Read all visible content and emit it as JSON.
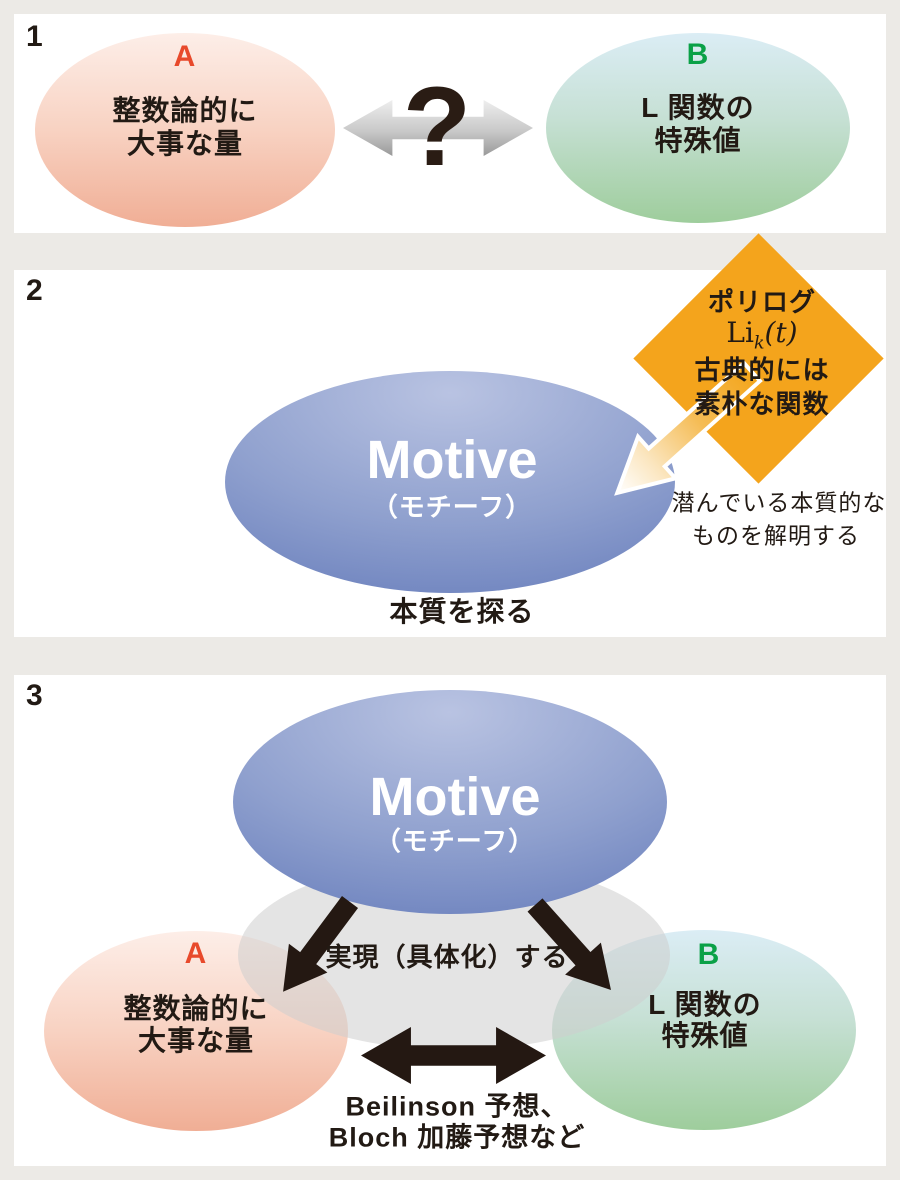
{
  "colors": {
    "background": "#ECEAE6",
    "panel": "#FFFFFF",
    "label_a": "#E8492B",
    "label_b": "#0AA147",
    "ellipse_a_top": "#FDEEE8",
    "ellipse_a_bottom": "#F0AE95",
    "ellipse_b_top": "#DBEDF5",
    "ellipse_b_bottom": "#9ECD9C",
    "motive_top": "#B9C3E2",
    "motive_bottom": "#5E75B7",
    "diamond": "#F4A41C",
    "black_arrow": "#241812",
    "gray_arrow_top": "#EEEEEE",
    "gray_arrow_bottom": "#999999",
    "text": "#221A14"
  },
  "panel1": {
    "number": "1",
    "question_mark": "?",
    "ellipse_a": {
      "label": "A",
      "lines": [
        "整数論的に",
        "大事な量"
      ]
    },
    "ellipse_b": {
      "label": "B",
      "lines": [
        "L 関数の",
        "特殊値"
      ]
    }
  },
  "panel2": {
    "number": "2",
    "motive": {
      "title": "Motive",
      "subtitle": "（モチーフ）"
    },
    "caption": "本質を探る",
    "diamond": {
      "line1": "ポリログ",
      "math": {
        "prefix": "Li",
        "sub": "k",
        "suffix": "(t)"
      },
      "line2": "古典的には",
      "line3": "素朴な関数"
    },
    "note": {
      "lines": [
        "潜んでいる本質的な",
        "ものを解明する"
      ]
    }
  },
  "panel3": {
    "number": "3",
    "motive": {
      "title": "Motive",
      "subtitle": "（モチーフ）"
    },
    "realize_label": "実現（具体化）する",
    "ellipse_a": {
      "label": "A",
      "lines": [
        "整数論的に",
        "大事な量"
      ]
    },
    "ellipse_b": {
      "label": "B",
      "lines": [
        "L 関数の",
        "特殊値"
      ]
    },
    "conjecture": {
      "lines": [
        "Beilinson 予想、",
        "Bloch 加藤予想など"
      ]
    }
  }
}
